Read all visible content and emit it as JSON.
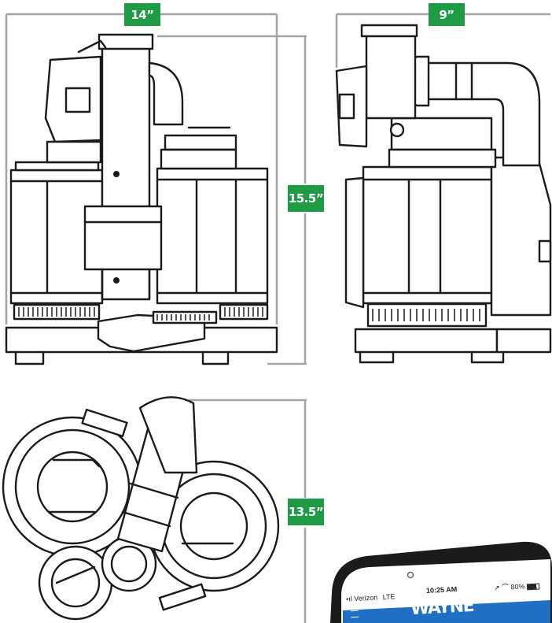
{
  "colors": {
    "badge": "#1f9a45",
    "dimension_line": "#a5a5a5",
    "ink": "#1b1b1b",
    "phone_accent": "#1f6fc4"
  },
  "dimensions": {
    "front_width": "14”",
    "side_width": "9”",
    "height": "15.5”",
    "top_depth": "13.5”"
  },
  "phone": {
    "carrier": "Verizon",
    "network": "LTE",
    "time": "10:25 AM",
    "battery": "80%",
    "app_logo": "WAYNE",
    "menu_icon": "hamburger-menu-icon"
  }
}
